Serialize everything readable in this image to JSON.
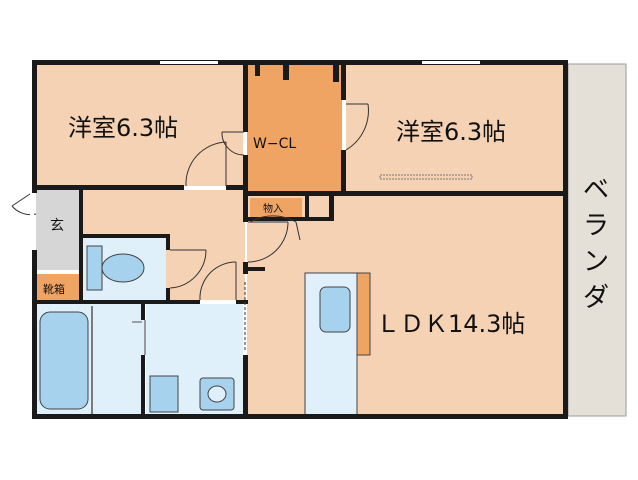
{
  "rooms": {
    "western_room_left": "洋室6.3帖",
    "western_room_right": "洋室6.3帖",
    "walk_in_closet": "W−CL",
    "storage": "物入",
    "entrance": "玄",
    "shoe_cabinet": "靴箱",
    "ldk": "ＬＤＫ14.3帖",
    "veranda": [
      "ベ",
      "ラ",
      "ン",
      "ダ"
    ]
  },
  "colors": {
    "room_fill": "#f5d2b4",
    "closet_fill": "#f0a464",
    "wet_fill": "#dff0fb",
    "fixture_fill": "#a7d2ee",
    "veranda_fill": "#e4e0d8",
    "entrance_fill": "#d6d6d6",
    "shoe_fill": "#f0a464",
    "wall": "#1a1a1a"
  }
}
